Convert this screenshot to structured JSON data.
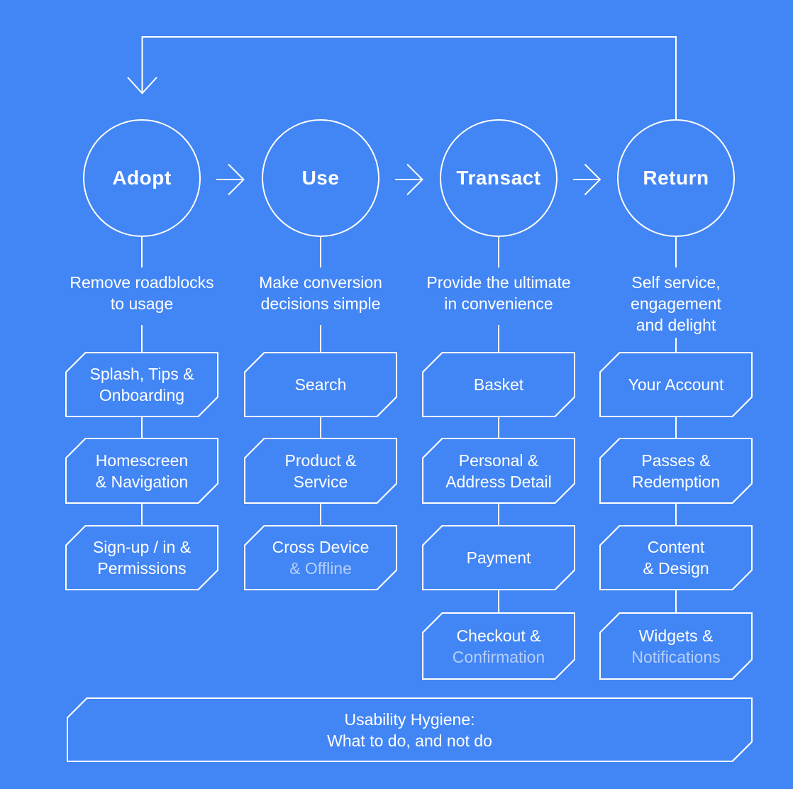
{
  "colors": {
    "background": "#4285f4",
    "stroke": "#ffffff",
    "dim_text": "rgba(255,255,255,0.6)"
  },
  "stages": [
    {
      "label": "Adopt",
      "description": "Remove roadblocks\nto usage",
      "boxes": [
        {
          "line1": "Splash, Tips &",
          "line2": "Onboarding"
        },
        {
          "line1": "Homescreen",
          "line2": "& Navigation"
        },
        {
          "line1": "Sign-up / in &",
          "line2": "Permissions"
        }
      ]
    },
    {
      "label": "Use",
      "description": "Make conversion\ndecisions simple",
      "boxes": [
        {
          "line1": "Search",
          "line2": ""
        },
        {
          "line1": "Product &",
          "line2": "Service"
        },
        {
          "line1": "Cross Device",
          "line2": "& Offline"
        }
      ]
    },
    {
      "label": "Transact",
      "description": "Provide the ultimate\nin convenience",
      "boxes": [
        {
          "line1": "Basket",
          "line2": ""
        },
        {
          "line1": "Personal &",
          "line2": "Address Detail"
        },
        {
          "line1": "Payment",
          "line2": ""
        },
        {
          "line1": "Checkout &",
          "line2": "Confirmation"
        }
      ]
    },
    {
      "label": "Return",
      "description": "Self service,\nengagement\nand delight",
      "boxes": [
        {
          "line1": "Your Account",
          "line2": ""
        },
        {
          "line1": "Passes &",
          "line2": "Redemption"
        },
        {
          "line1": "Content",
          "line2": "& Design"
        },
        {
          "line1": "Widgets &",
          "line2": "Notifications"
        }
      ]
    }
  ],
  "footer": {
    "line1": "Usability Hygiene:",
    "line2": "What to do, and not do"
  }
}
